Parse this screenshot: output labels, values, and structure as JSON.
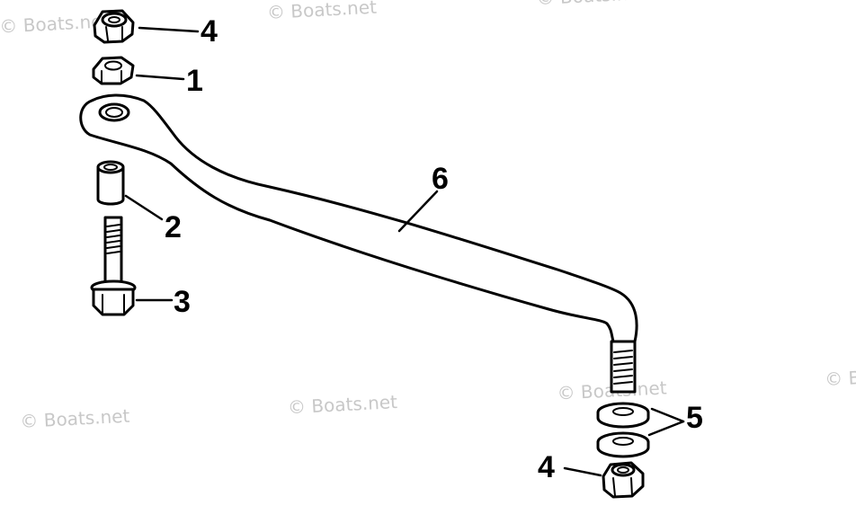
{
  "watermark": "© Boats.net",
  "callouts": {
    "nut_top": "4",
    "washer_top": "1",
    "spacer": "2",
    "bolt": "3",
    "tie_bar": "6",
    "washers_bottom": "5",
    "nut_bottom": "4"
  }
}
